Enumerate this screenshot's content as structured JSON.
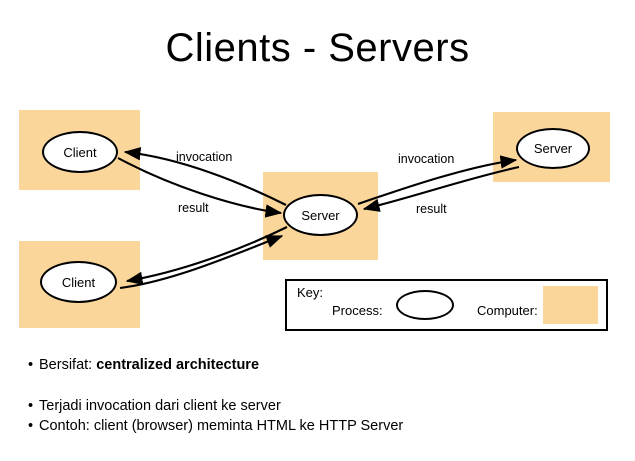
{
  "slide": {
    "title": "Clients - Servers"
  },
  "diagram": {
    "nodes": [
      {
        "id": "client-top",
        "label": "Client",
        "kind": "process"
      },
      {
        "id": "client-bottom",
        "label": "Client",
        "kind": "process"
      },
      {
        "id": "server-center",
        "label": "Server",
        "kind": "process"
      },
      {
        "id": "server-right",
        "label": "Server",
        "kind": "process"
      }
    ],
    "edge_labels": {
      "left_invocation": "invocation",
      "left_result": "result",
      "right_invocation": "invocation",
      "right_result": "result"
    }
  },
  "key": {
    "title": "Key:",
    "process_label": "Process:",
    "computer_label": "Computer:",
    "computer_color": "#fbd69b"
  },
  "bullets": [
    {
      "dot": "•",
      "text": "Bersifat: ",
      "bold_text": "centralized architecture"
    },
    {
      "dot": "•",
      "text": "Terjadi invocation dari client ke server",
      "bold_text": ""
    },
    {
      "dot": "•",
      "text": "Contoh: client (browser) meminta HTML ke HTTP Server",
      "bold_text": ""
    }
  ]
}
